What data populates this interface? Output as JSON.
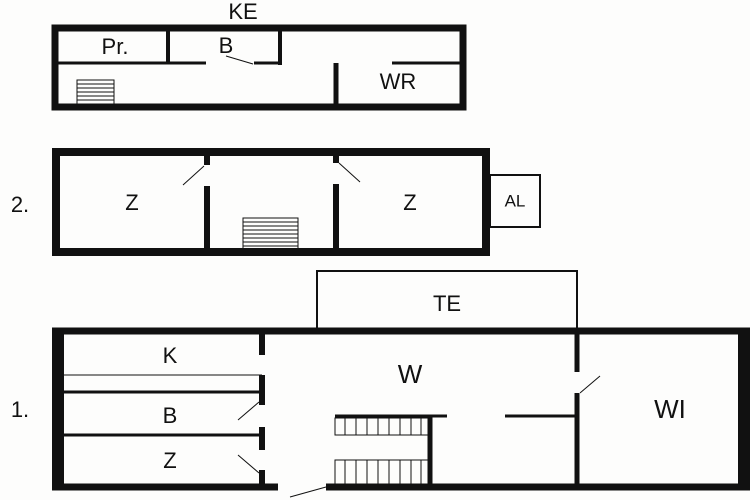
{
  "floors": {
    "basement": {
      "title": "KE",
      "rooms": {
        "pantry": "Pr.",
        "bath": "B",
        "utility": "WR"
      }
    },
    "second": {
      "level": "2.",
      "rooms": {
        "bedroom_left": "Z",
        "bedroom_right": "Z",
        "balcony": "AL"
      }
    },
    "first": {
      "level": "1.",
      "rooms": {
        "terrace": "TE",
        "kitchen": "K",
        "living": "W",
        "bath": "B",
        "bedroom": "Z",
        "winter_garden": "WI"
      }
    }
  }
}
